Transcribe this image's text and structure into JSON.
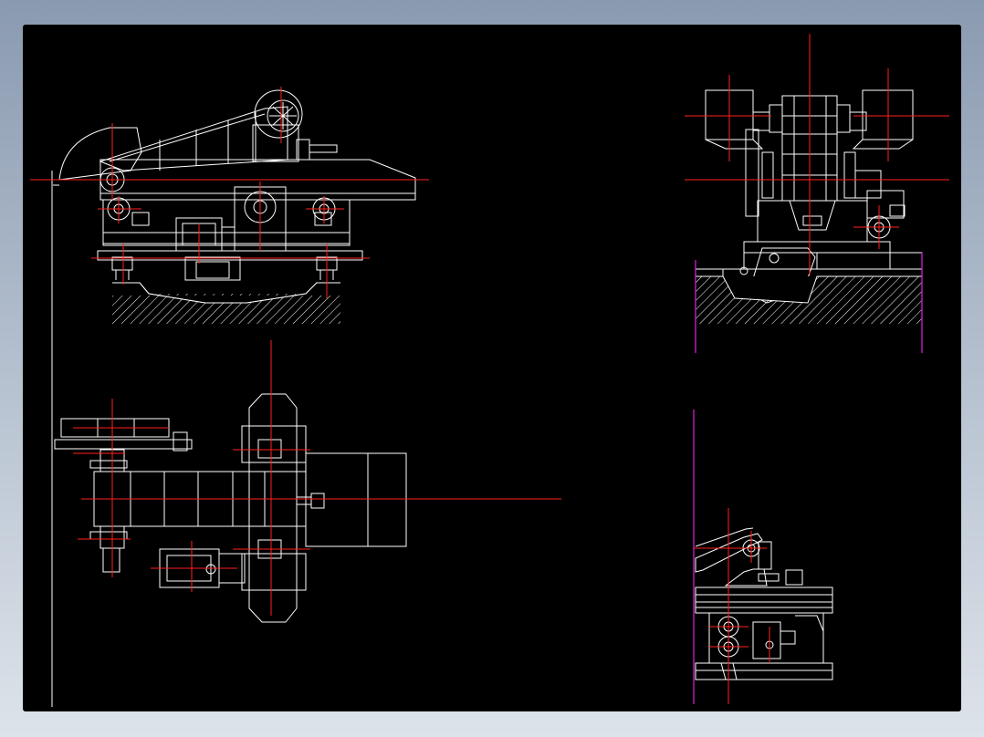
{
  "viewer": {
    "background": "#000000",
    "frame_gradient_top": "#8a9ab0",
    "frame_gradient_bottom": "#dde3ea"
  },
  "drawing": {
    "line_colors": {
      "geometry": "#ffffff",
      "centerline": "#ff2020",
      "boundary": "#e020e0"
    },
    "views": [
      {
        "name": "side-elevation"
      },
      {
        "name": "plan-view"
      },
      {
        "name": "end-elevation"
      },
      {
        "name": "detail-section"
      }
    ]
  }
}
